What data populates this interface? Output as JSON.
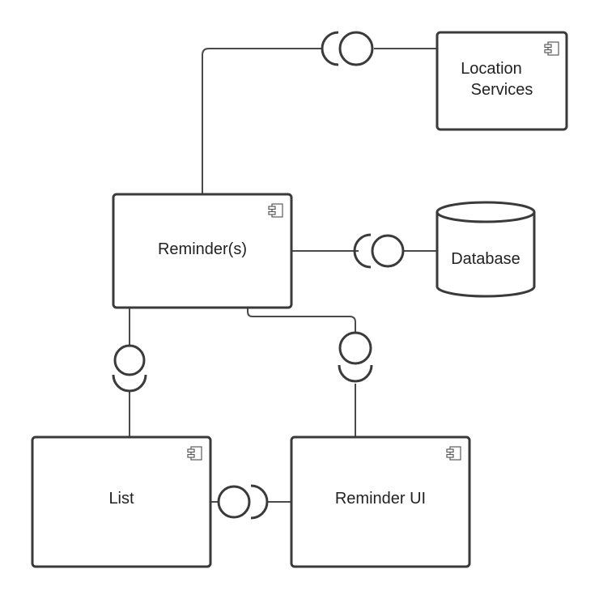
{
  "diagram": {
    "components": {
      "location_services": {
        "line1": "Location",
        "line2": "Services"
      },
      "reminders": "Reminder(s)",
      "database": "Database",
      "list": "List",
      "reminder_ui": "Reminder UI"
    }
  }
}
